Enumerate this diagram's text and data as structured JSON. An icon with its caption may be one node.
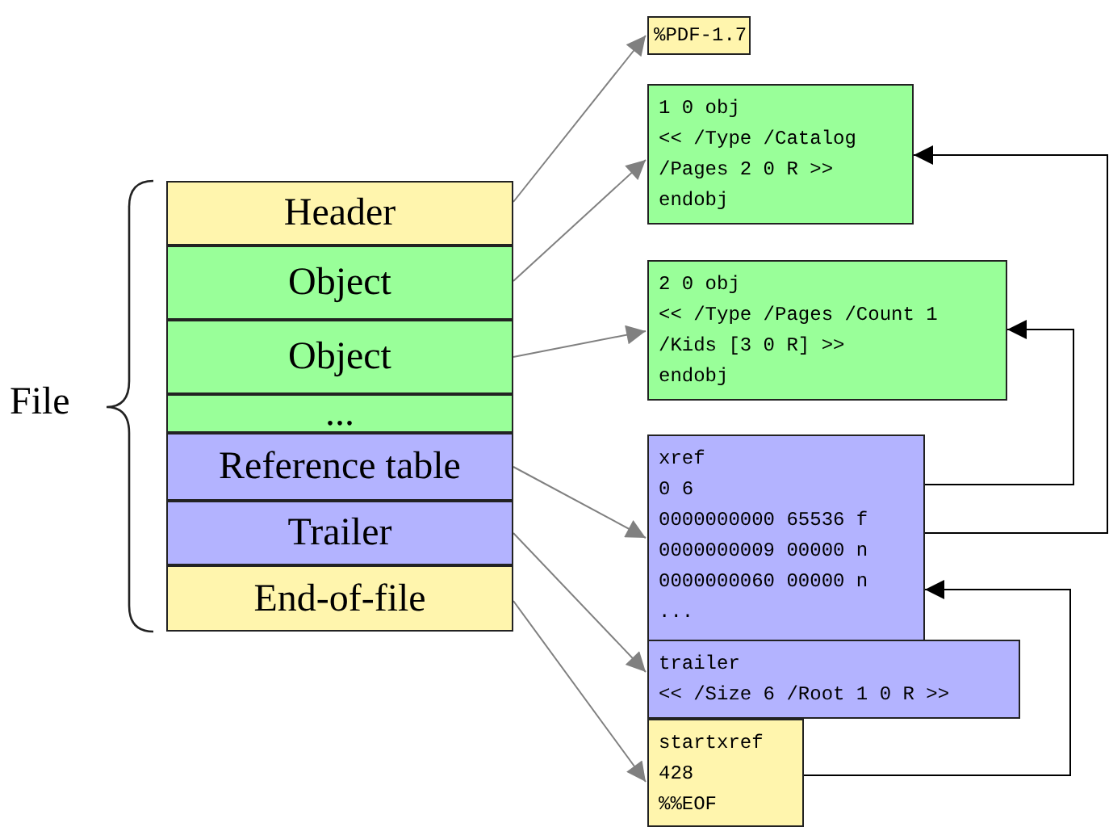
{
  "diagram": {
    "nodes": [
      {
        "text": [
          "Header"
        ]
      },
      {
        "text": [
          "Object"
        ]
      },
      {
        "text": [
          "Object"
        ]
      },
      {
        "text": [
          "..."
        ]
      },
      {
        "text": [
          "Reference table"
        ]
      },
      {
        "text": [
          "Trailer"
        ]
      },
      {
        "text": [
          "End-of-file"
        ]
      },
      {
        "text": [
          "%PDF-1.7"
        ]
      },
      {
        "text": [
          "1 0 obj",
          "<< /Type /Catalog",
          "/Pages 2 0 R >>",
          "endobj"
        ]
      },
      {
        "text": [
          "2 0 obj",
          "<< /Type /Pages /Count 1",
          "/Kids [3 0 R] >>",
          "endobj"
        ]
      },
      {
        "text": [
          "xref",
          "0 6",
          "0000000000 65536 f",
          "0000000009 00000 n",
          "0000000060 00000 n",
          "..."
        ]
      },
      {
        "text": [
          "trailer",
          "<< /Size 6 /Root 1 0 R >>"
        ]
      },
      {
        "text": [
          "startxref",
          "428",
          "%%EOF"
        ]
      }
    ],
    "edges": [
      {
        "from": 0,
        "to": 7,
        "arrow": "to"
      },
      {
        "from": 1,
        "to": 8,
        "arrow": "to"
      },
      {
        "from": 2,
        "to": 9,
        "arrow": "to"
      },
      {
        "from": 4,
        "to": 10,
        "arrow": "to"
      },
      {
        "from": 5,
        "to": 11,
        "arrow": "to"
      },
      {
        "from": 6,
        "to": 12,
        "arrow": "to"
      },
      {
        "from": 10,
        "to": 9,
        "arrow": "to",
        "color": "#000000"
      },
      {
        "from": 10,
        "to": 8,
        "arrow": "to",
        "color": "#000000"
      },
      {
        "from": 12,
        "to": 10,
        "arrow": "to",
        "color": "#000000"
      }
    ],
    "labels": [
      "File"
    ]
  }
}
